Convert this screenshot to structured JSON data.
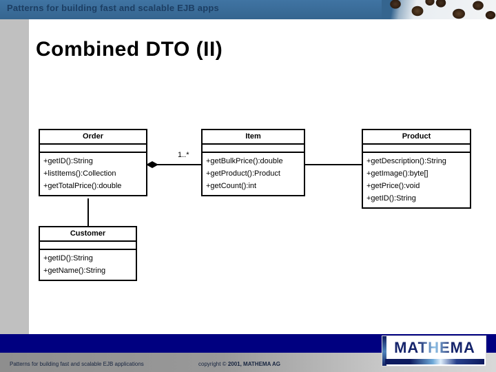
{
  "header": {
    "banner_title": "Patterns for building fast and scalable EJB apps",
    "band_color": "#3a6e9e",
    "photo_name": "coffee-beans-photo"
  },
  "slide": {
    "title": "Combined DTO (II)"
  },
  "diagram": {
    "type": "uml-class-diagram",
    "classes": [
      {
        "name": "Order",
        "attributes": [],
        "operations": [
          "+getID():String",
          "+listItems():Collection",
          "+getTotalPrice():double"
        ]
      },
      {
        "name": "Item",
        "attributes": [],
        "operations": [
          "+getBulkPrice():double",
          "+getProduct():Product",
          "+getCount():int"
        ]
      },
      {
        "name": "Product",
        "attributes": [],
        "operations": [
          "+getDescription():String",
          "+getImage():byte[]",
          "+getPrice():void",
          "+getID():String"
        ]
      },
      {
        "name": "Customer",
        "attributes": [],
        "operations": [
          "+getID():String",
          "+getName():String"
        ]
      }
    ],
    "relationships": [
      {
        "from": "Order",
        "to": "Item",
        "kind": "composition",
        "multiplicity_target": "1..*"
      },
      {
        "from": "Item",
        "to": "Product",
        "kind": "association",
        "multiplicity_target": ""
      },
      {
        "from": "Order",
        "to": "Customer",
        "kind": "association",
        "multiplicity_target": ""
      }
    ]
  },
  "footer": {
    "left_text": "Patterns for building fast and scalable EJB applications",
    "copyright_lead": "copyright © ",
    "copyright_bold": "2001, MATHEMA AG",
    "navy_color": "#000080",
    "logo_text": "MATHEMA"
  }
}
